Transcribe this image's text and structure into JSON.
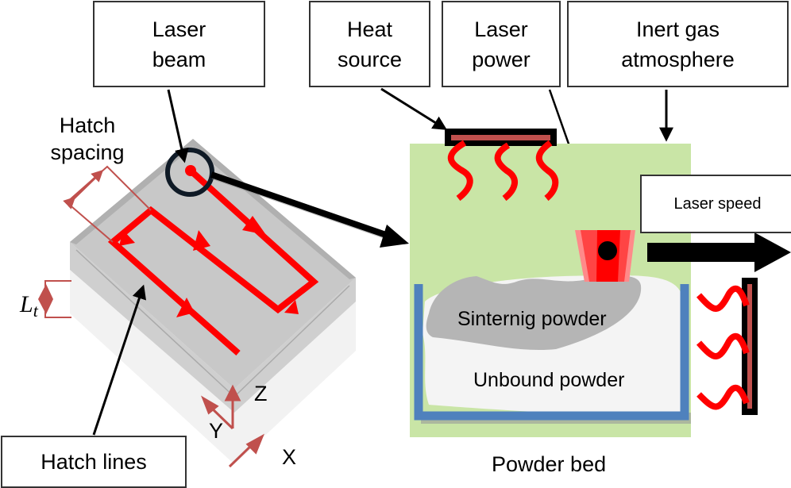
{
  "callouts": {
    "laser_beam": "Laser\nbeam",
    "heat_source": "Heat\nsource",
    "laser_power": "Laser\npower",
    "inert_gas": "Inert gas\natmosphere",
    "laser_speed": "Laser speed",
    "hatch_lines": "Hatch lines"
  },
  "labels": {
    "hatch_spacing": "Hatch\nspacing",
    "layer_thickness": "L",
    "layer_thickness_sub": "t",
    "axis_x": "X",
    "axis_y": "Y",
    "axis_z": "Z",
    "sintering_powder": "Sinternig powder",
    "unbound_powder": "Unbound powder",
    "powder_bed": "Powder bed"
  },
  "colors": {
    "laser_red": "#ff0000",
    "dim_red": "#c0504d",
    "chamber_green": "#c9e5a6",
    "bed_blue": "#4f81bd",
    "sintered_gray": "#b5b5b5",
    "unbound_white": "#f4f4f4",
    "block_top": "#c8c8c8",
    "block_side": "#f2f2f2"
  }
}
